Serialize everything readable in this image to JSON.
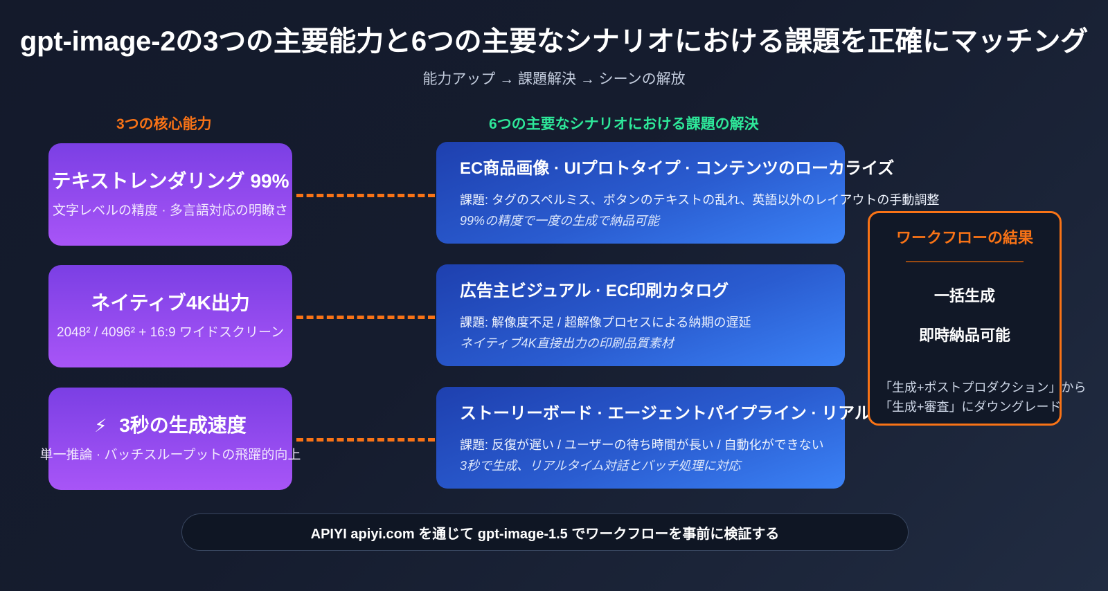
{
  "header": {
    "title": "gpt-image-2の3つの主要能力と6つの主要なシナリオにおける課題を正確にマッチング",
    "subtitle": "能力アップ → 課題解決 → シーンの解放"
  },
  "columns": {
    "capability_heading": "3つの核心能力",
    "scenario_heading": "6つの主要なシナリオにおける課題の解決"
  },
  "capabilities": [
    {
      "title": "テキストレンダリング 99%",
      "subtitle": "文字レベルの精度 · 多言語対応の明瞭さ",
      "icon": ""
    },
    {
      "title": "ネイティブ4K出力",
      "subtitle": "2048² / 4096² + 16:9 ワイドスクリーン",
      "icon": ""
    },
    {
      "title": "3秒の生成速度",
      "subtitle": "単一推論 · バッチスループットの飛躍的向上",
      "icon": "⚡"
    }
  ],
  "scenarios": [
    {
      "title": "EC商品画像 · UIプロトタイプ · コンテンツのローカライズ",
      "issue": "課題:  タグのスペルミス、ボタンのテキストの乱れ、英語以外のレイアウトの手動調整",
      "fix": "99%の精度で一度の生成で納品可能"
    },
    {
      "title": "広告主ビジュアル · EC印刷カタログ",
      "issue": "課題:  解像度不足 / 超解像プロセスによる納期の遅延",
      "fix": "ネイティブ4K直接出力の印刷品質素材"
    },
    {
      "title": "ストーリーボード · エージェントパイプライン · リアルタイム対話",
      "issue": "課題:  反復が遅い / ユーザーの待ち時間が長い / 自動化ができない",
      "fix": "3秒で生成、リアルタイム対話とバッチ処理に対応"
    }
  ],
  "workflow_result": {
    "title": "ワークフローの結果",
    "metric_1": "一括生成",
    "metric_2": "即時納品可能",
    "note_line_1": "「生成+ポストプロダクション」から",
    "note_line_2": "「生成+審査」にダウングレード"
  },
  "banner": {
    "text": "APIYI apiyi.com を通じて gpt-image-1.5 でワークフローを事前に検証する"
  },
  "colors": {
    "background": "#151c2e",
    "capability_accent": "#f97316",
    "scenario_accent": "#2ee89a",
    "capability_card_from": "#7b3fe4",
    "capability_card_to": "#a855f7",
    "scenario_card_from": "#1e40af",
    "scenario_card_to": "#3b82f6",
    "workflow_border": "#f97316",
    "connector": "#f97316"
  }
}
